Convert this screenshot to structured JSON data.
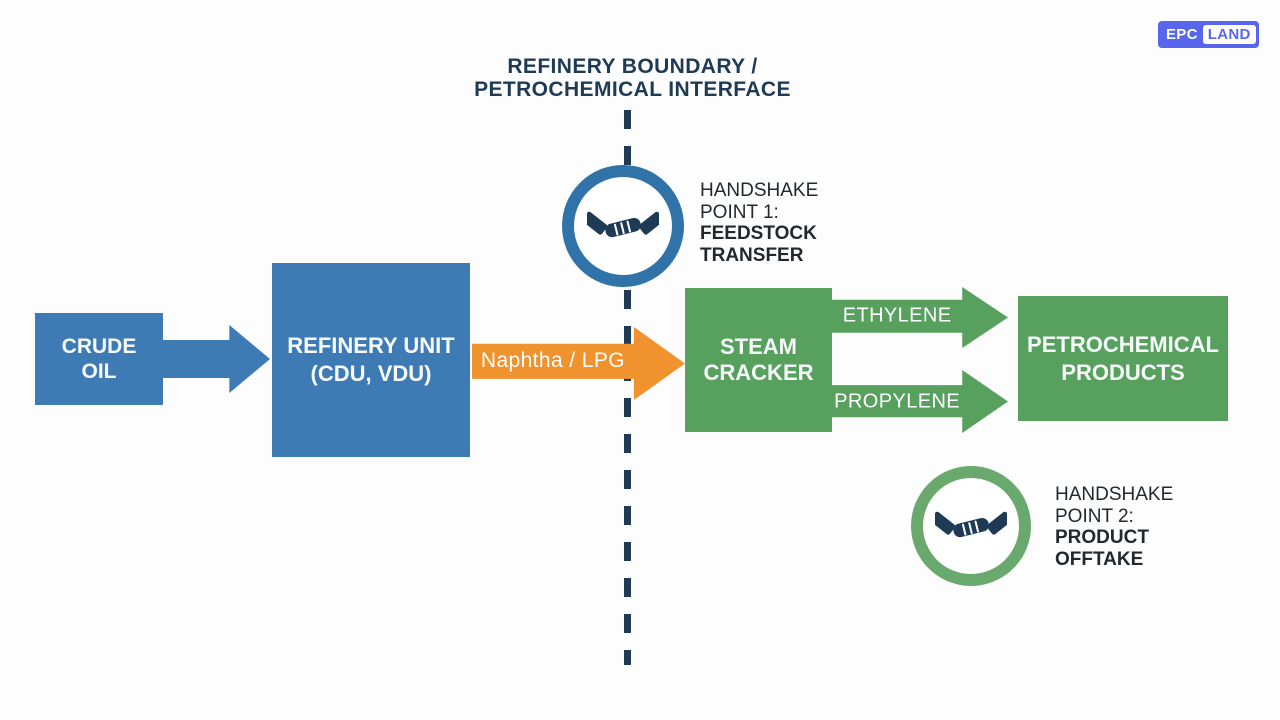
{
  "logo": {
    "epc": "EPC",
    "land": "LAND",
    "color": "#5866EE"
  },
  "title": {
    "line1": "REFINERY BOUNDARY /",
    "line2": "PETROCHEMICAL INTERFACE",
    "color": "#1E3A55"
  },
  "boundary_line": {
    "style": "dashed-vertical",
    "color": "#1E3A55"
  },
  "boxes": {
    "crude_oil": {
      "line1": "CRUDE",
      "line2": "OIL",
      "color": "#3E7BB5"
    },
    "refinery_unit": {
      "line1": "REFINERY UNIT",
      "line2": "(CDU, VDU)",
      "color": "#3E7BB5"
    },
    "steam_cracker": {
      "line1": "STEAM",
      "line2": "CRACKER",
      "color": "#57A05E"
    },
    "petrochemical_products": {
      "line1": "PETROCHEMICAL",
      "line2": "PRODUCTS",
      "color": "#57A05E"
    }
  },
  "flows": {
    "crude_feed": {
      "label": "",
      "color": "#3E7BB5"
    },
    "naphtha_lpg": {
      "label": "Naphtha / LPG",
      "color": "#F0922E"
    },
    "ethylene": {
      "label": "ETHYLENE",
      "color": "#57A05E"
    },
    "propylene": {
      "label": "PROPYLENE",
      "color": "#57A05E"
    }
  },
  "handshakes": [
    {
      "line1": "HANDSHAKE",
      "line2": "POINT 1:",
      "line3": "FEEDSTOCK",
      "line4": "TRANSFER",
      "ring_color": "#2F73A8",
      "icon": "handshake-icon",
      "icon_color": "#1E3A55"
    },
    {
      "line1": "HANDSHAKE",
      "line2": "POINT 2:",
      "line3": "PRODUCT",
      "line4": "OFFTAKE",
      "ring_color": "#6AA96E",
      "icon": "handshake-icon",
      "icon_color": "#1E3A55"
    }
  ]
}
